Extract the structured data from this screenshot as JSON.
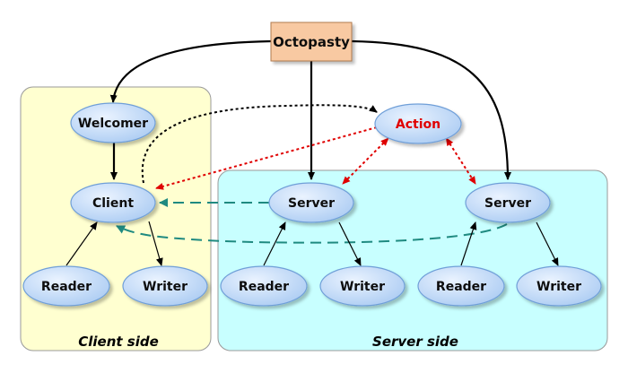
{
  "root": {
    "label": "Octopasty",
    "color": "#f8c9a2"
  },
  "regions": {
    "client": {
      "label": "Client side",
      "color": "#ffffd0"
    },
    "server": {
      "label": "Server side",
      "color": "#c8ffff"
    }
  },
  "nodes": {
    "welcomer": {
      "label": "Welcomer"
    },
    "client": {
      "label": "Client"
    },
    "action": {
      "label": "Action"
    },
    "server1": {
      "label": "Server"
    },
    "server2": {
      "label": "Server"
    },
    "reader_client": {
      "label": "Reader"
    },
    "writer_client": {
      "label": "Writer"
    },
    "reader_s1": {
      "label": "Reader"
    },
    "writer_s1": {
      "label": "Writer"
    },
    "reader_s2": {
      "label": "Reader"
    },
    "writer_s2": {
      "label": "Writer"
    }
  },
  "colors": {
    "node_fill": "#bcd8f8",
    "node_stroke": "#6f9fd8",
    "edge": "#000000",
    "action_edge": "#e00000",
    "teal_edge": "#1f8a80"
  }
}
